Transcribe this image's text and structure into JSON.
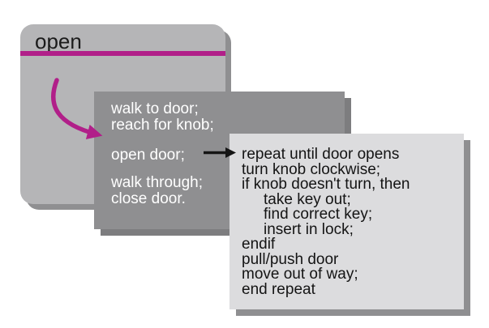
{
  "colors": {
    "accent": "#b11f89",
    "card_open_bg": "#b5b5b7",
    "card_steps_bg": "#8f8f91",
    "card_detail_bg": "#dcdcde",
    "shadow": "#8f8f91",
    "steps_shadow": "#7d7d7f"
  },
  "open_card": {
    "title": "open"
  },
  "steps_card": {
    "lines": [
      "walk to door;",
      "reach for knob;",
      "open door;",
      "walk through;",
      "close door."
    ]
  },
  "detail_card": {
    "lines": [
      "repeat until door opens",
      "turn knob clockwise;",
      "if knob doesn't turn, then",
      "take key out;",
      "find correct key;",
      "insert in lock;",
      "endif",
      "pull/push door",
      "move out of way;",
      "end repeat"
    ]
  },
  "icons": {
    "refine_arrow": "curved-magenta-arrow-down-right",
    "expand_arrow": "black-right-arrow"
  }
}
